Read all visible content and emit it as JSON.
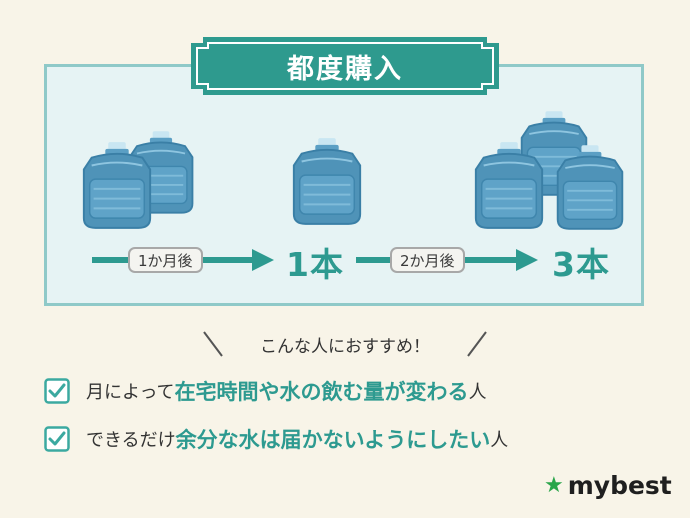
{
  "banner": {
    "title": "都度購入"
  },
  "flow": {
    "step1_label": "1か月後",
    "step1_count": "1本",
    "step2_label": "2か月後",
    "step2_count": "3本"
  },
  "recommend": {
    "heading": "こんな人におすすめ！",
    "items": [
      {
        "prefix": "月によって",
        "highlight": "在宅時間や水の飲む量が変わる",
        "suffix": "人"
      },
      {
        "prefix": "できるだけ",
        "highlight": "余分な水は届かないようにしたい",
        "suffix": "人"
      }
    ]
  },
  "logo": {
    "text": "mybest",
    "icon": "star-icon"
  },
  "colors": {
    "accent": "#2d9a90",
    "panel_bg": "#e6f3f4",
    "panel_border": "#8fc9c8",
    "page_bg": "#f8f4e8",
    "banner": "#2e9a8e",
    "jug": "#4f93b8",
    "logo_star": "#2aa54a"
  }
}
